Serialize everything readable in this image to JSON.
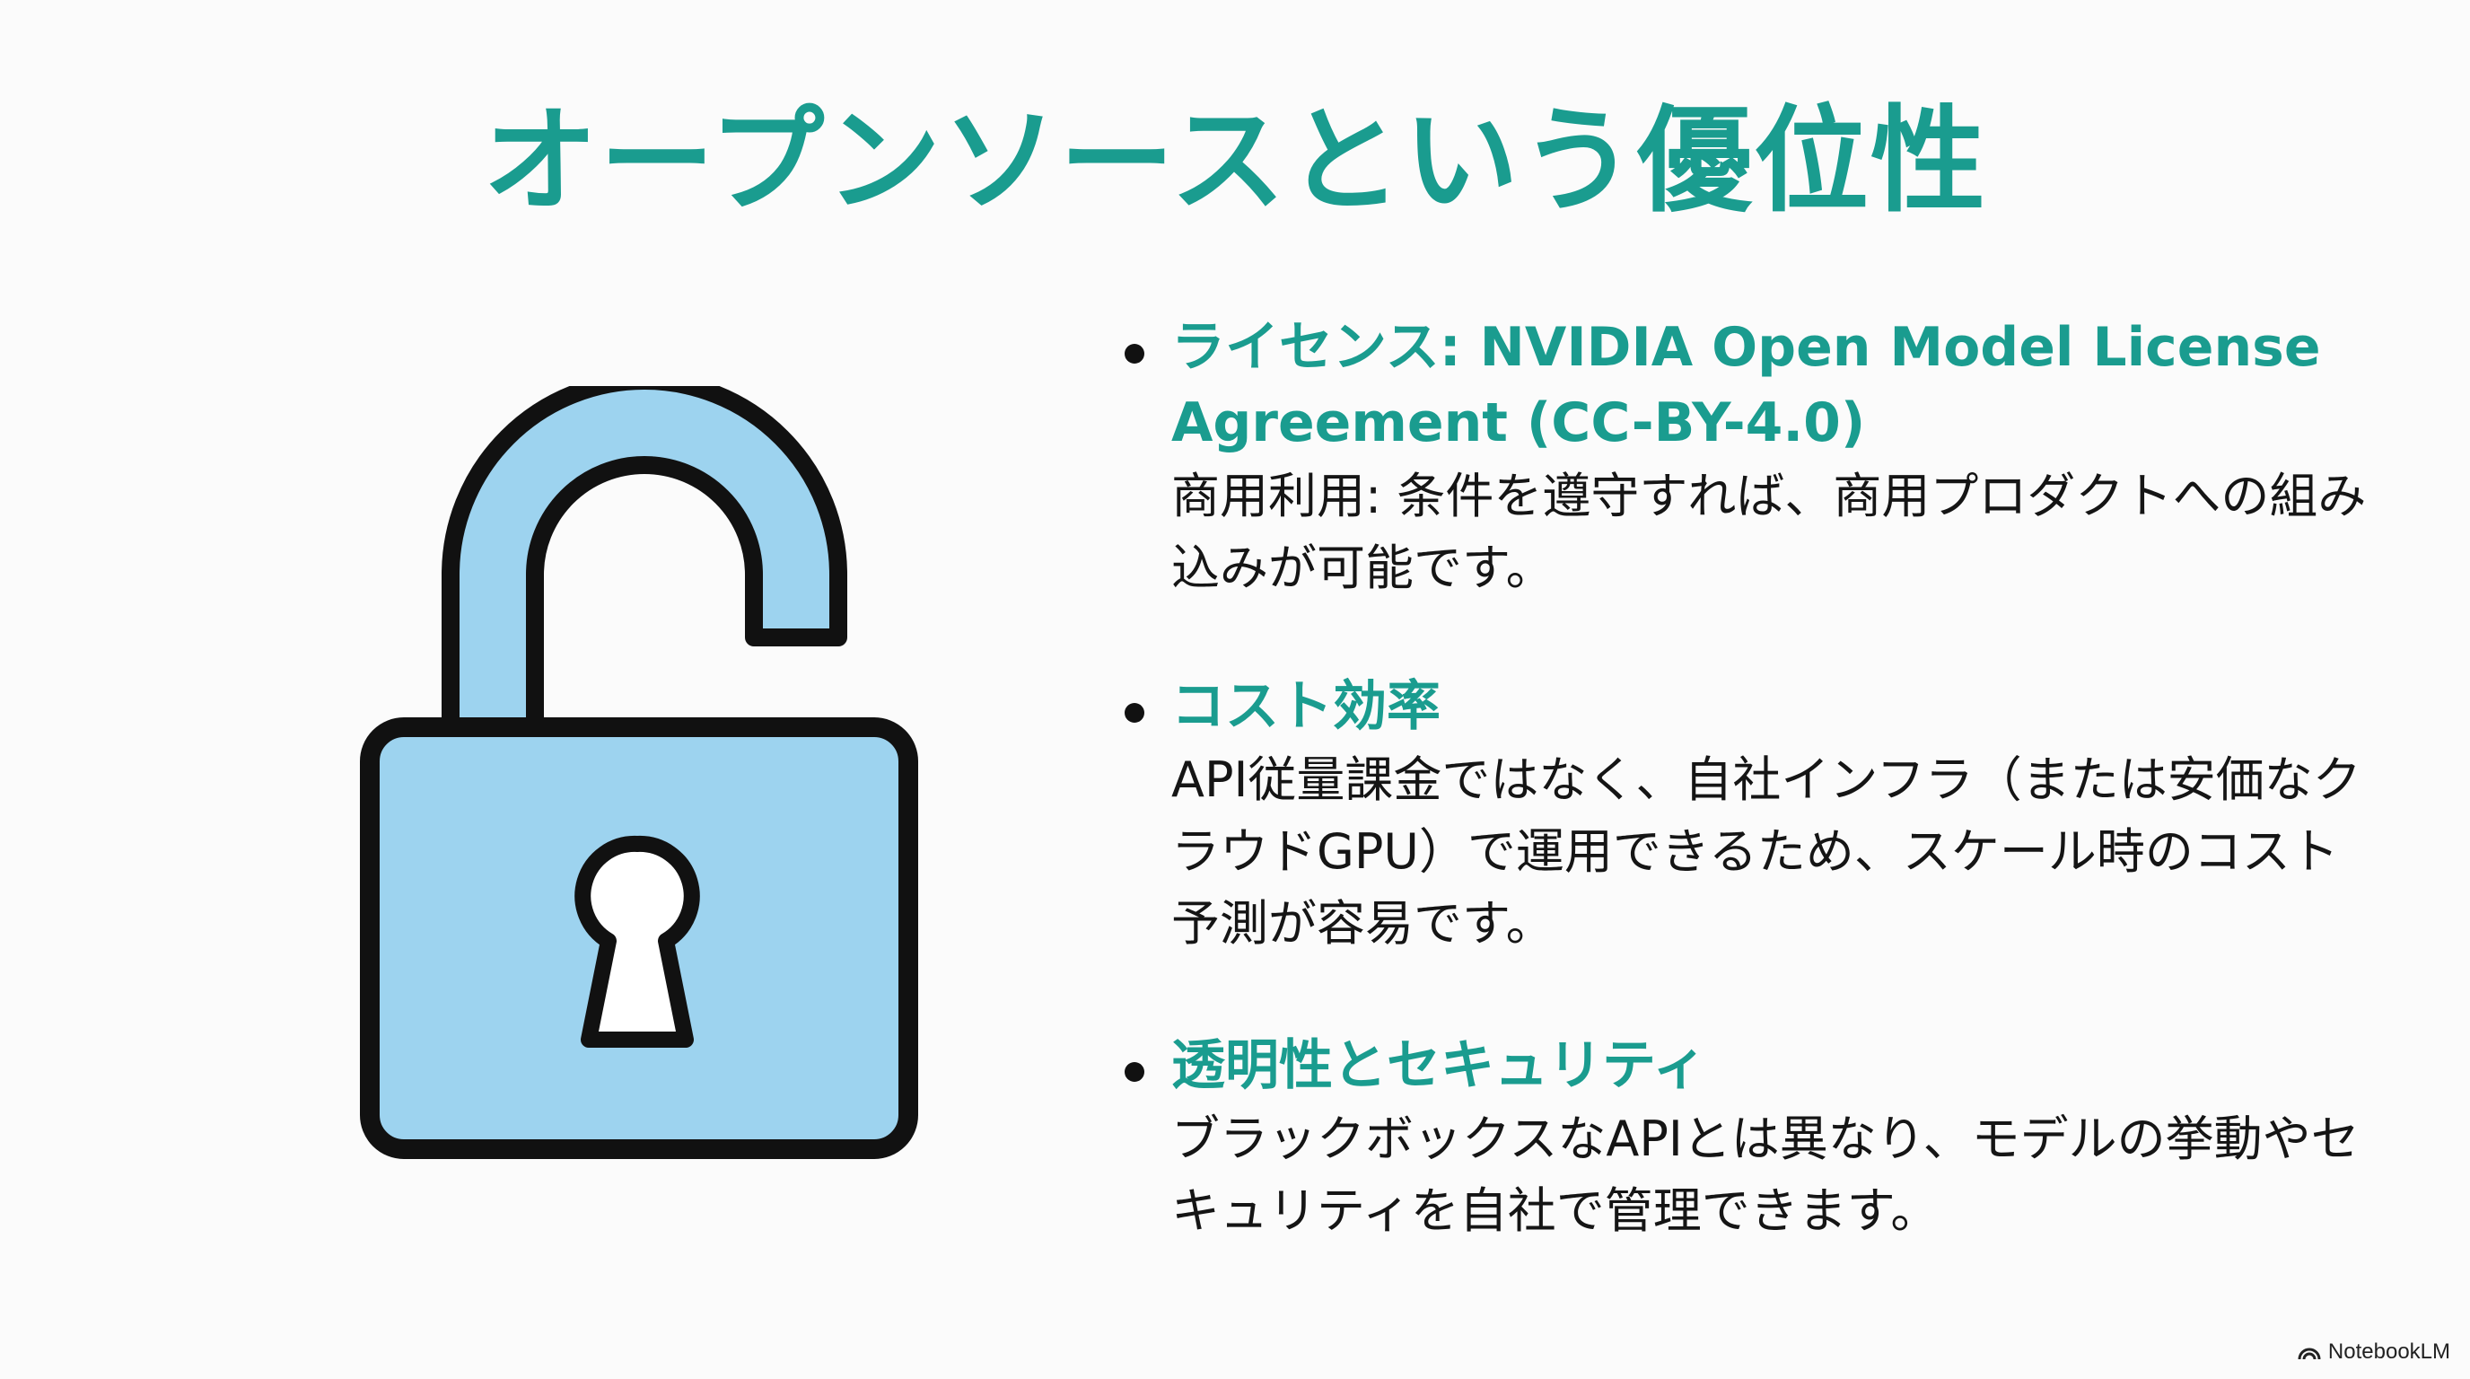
{
  "slide": {
    "title": "オープンソースという優位性",
    "illustration": "open-padlock-icon",
    "colors": {
      "accent": "#1a9c8f",
      "lock_fill": "#9dd3ef",
      "lock_outline": "#111111",
      "background": "#fbfbfb"
    }
  },
  "bullets": [
    {
      "heading": "ライセンス: NVIDIA Open Model License Agreement (CC-BY-4.0)",
      "body": "商用利用: 条件を遵守すれば、商用プロダクトへの組み込みが可能です。"
    },
    {
      "heading": "コスト効率",
      "body": "API従量課金ではなく、自社インフラ（または安価なクラウドGPU）で運用できるため、スケール時のコスト予測が容易です。"
    },
    {
      "heading": "透明性とセキュリティ",
      "body": "ブラックボックスなAPIとは異なり、モデルの挙動やセキュリティを自社で管理できます。"
    }
  ],
  "branding": {
    "label": "NotebookLM",
    "icon": "notebooklm-logo-icon"
  }
}
